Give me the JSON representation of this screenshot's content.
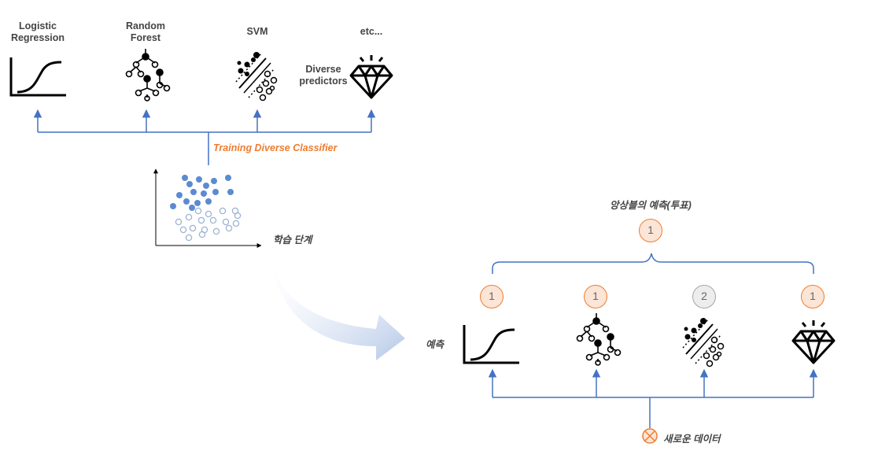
{
  "top_classifiers": [
    {
      "label": "Logistic\nRegression",
      "icon": "logistic-curve-icon"
    },
    {
      "label": "Random\nForest",
      "icon": "tree-icon"
    },
    {
      "label": "SVM",
      "icon": "svm-icon"
    },
    {
      "label": "etc...",
      "icon": "diamond-icon"
    }
  ],
  "diverse_predictors_label": "Diverse\npredictors",
  "training_label": "Training Diverse Classifier",
  "learning_stage_label": "학습 단계",
  "ensemble_label": "앙상블의 예측(투표)",
  "ensemble_vote": "1",
  "prediction_label": "예측",
  "predictions": [
    "1",
    "1",
    "2",
    "1"
  ],
  "new_data_label": "새로운 데이터",
  "colors": {
    "line": "#4472C4",
    "accent_orange": "#ED7D31",
    "badge_orange_fill": "#FBE5D6",
    "badge_gray_fill": "#EDEDED",
    "badge_gray_border": "#A5A5A5",
    "scatter_filled": "#5B8BD0",
    "scatter_hollow": "#9DB3D3",
    "arrow_fill": "#C9D5EC"
  }
}
